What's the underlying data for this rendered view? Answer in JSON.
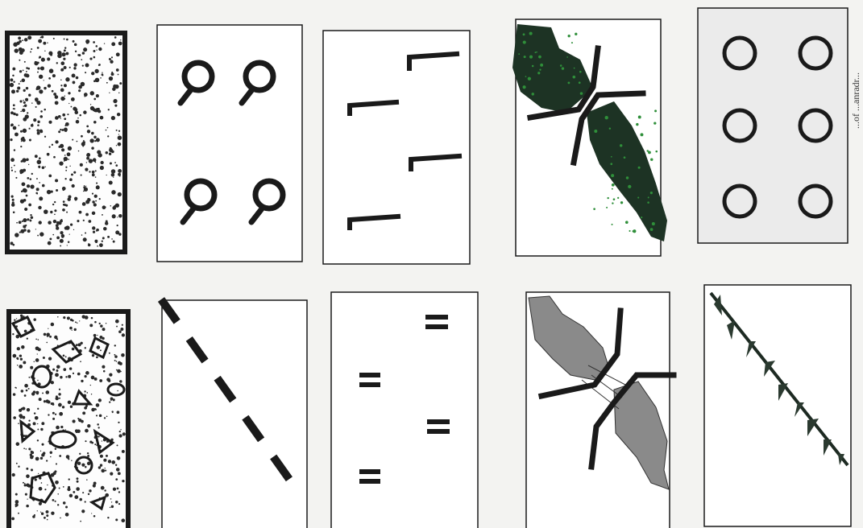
{
  "figure": {
    "layout": "2 rows x 5 columns of rectangular symbol tiles, page rotated ~90 degrees",
    "colors": {
      "ink": "#1a1a1a",
      "paper": "#ffffff",
      "background": "#f3f3f1",
      "dark_rock": "#1d3324",
      "green_speck": "#2f8f3a",
      "grey_rock": "#8a8a8a",
      "light_panel": "#ebebeb"
    },
    "tiles": [
      {
        "id": "fine-stipple",
        "icon": "stippled-fill"
      },
      {
        "id": "hooked-circles",
        "icon": "hooked-circle-symbols"
      },
      {
        "id": "short-hooks",
        "icon": "hook-line-symbols"
      },
      {
        "id": "dark-rock-bridge",
        "icon": "dark-rock-with-hooks"
      },
      {
        "id": "open-circles",
        "icon": "circle-grid"
      },
      {
        "id": "coarse-clasts",
        "icon": "clast-stipple-fill"
      },
      {
        "id": "dashed-line",
        "icon": "dashed-diagonal-line"
      },
      {
        "id": "double-ticks",
        "icon": "double-bar-symbols"
      },
      {
        "id": "grey-rock-bridge",
        "icon": "grey-rock-with-hooks"
      },
      {
        "id": "barbed-line",
        "icon": "barbed-diagonal-line"
      }
    ],
    "side_caption": "...of ...anradr..."
  }
}
